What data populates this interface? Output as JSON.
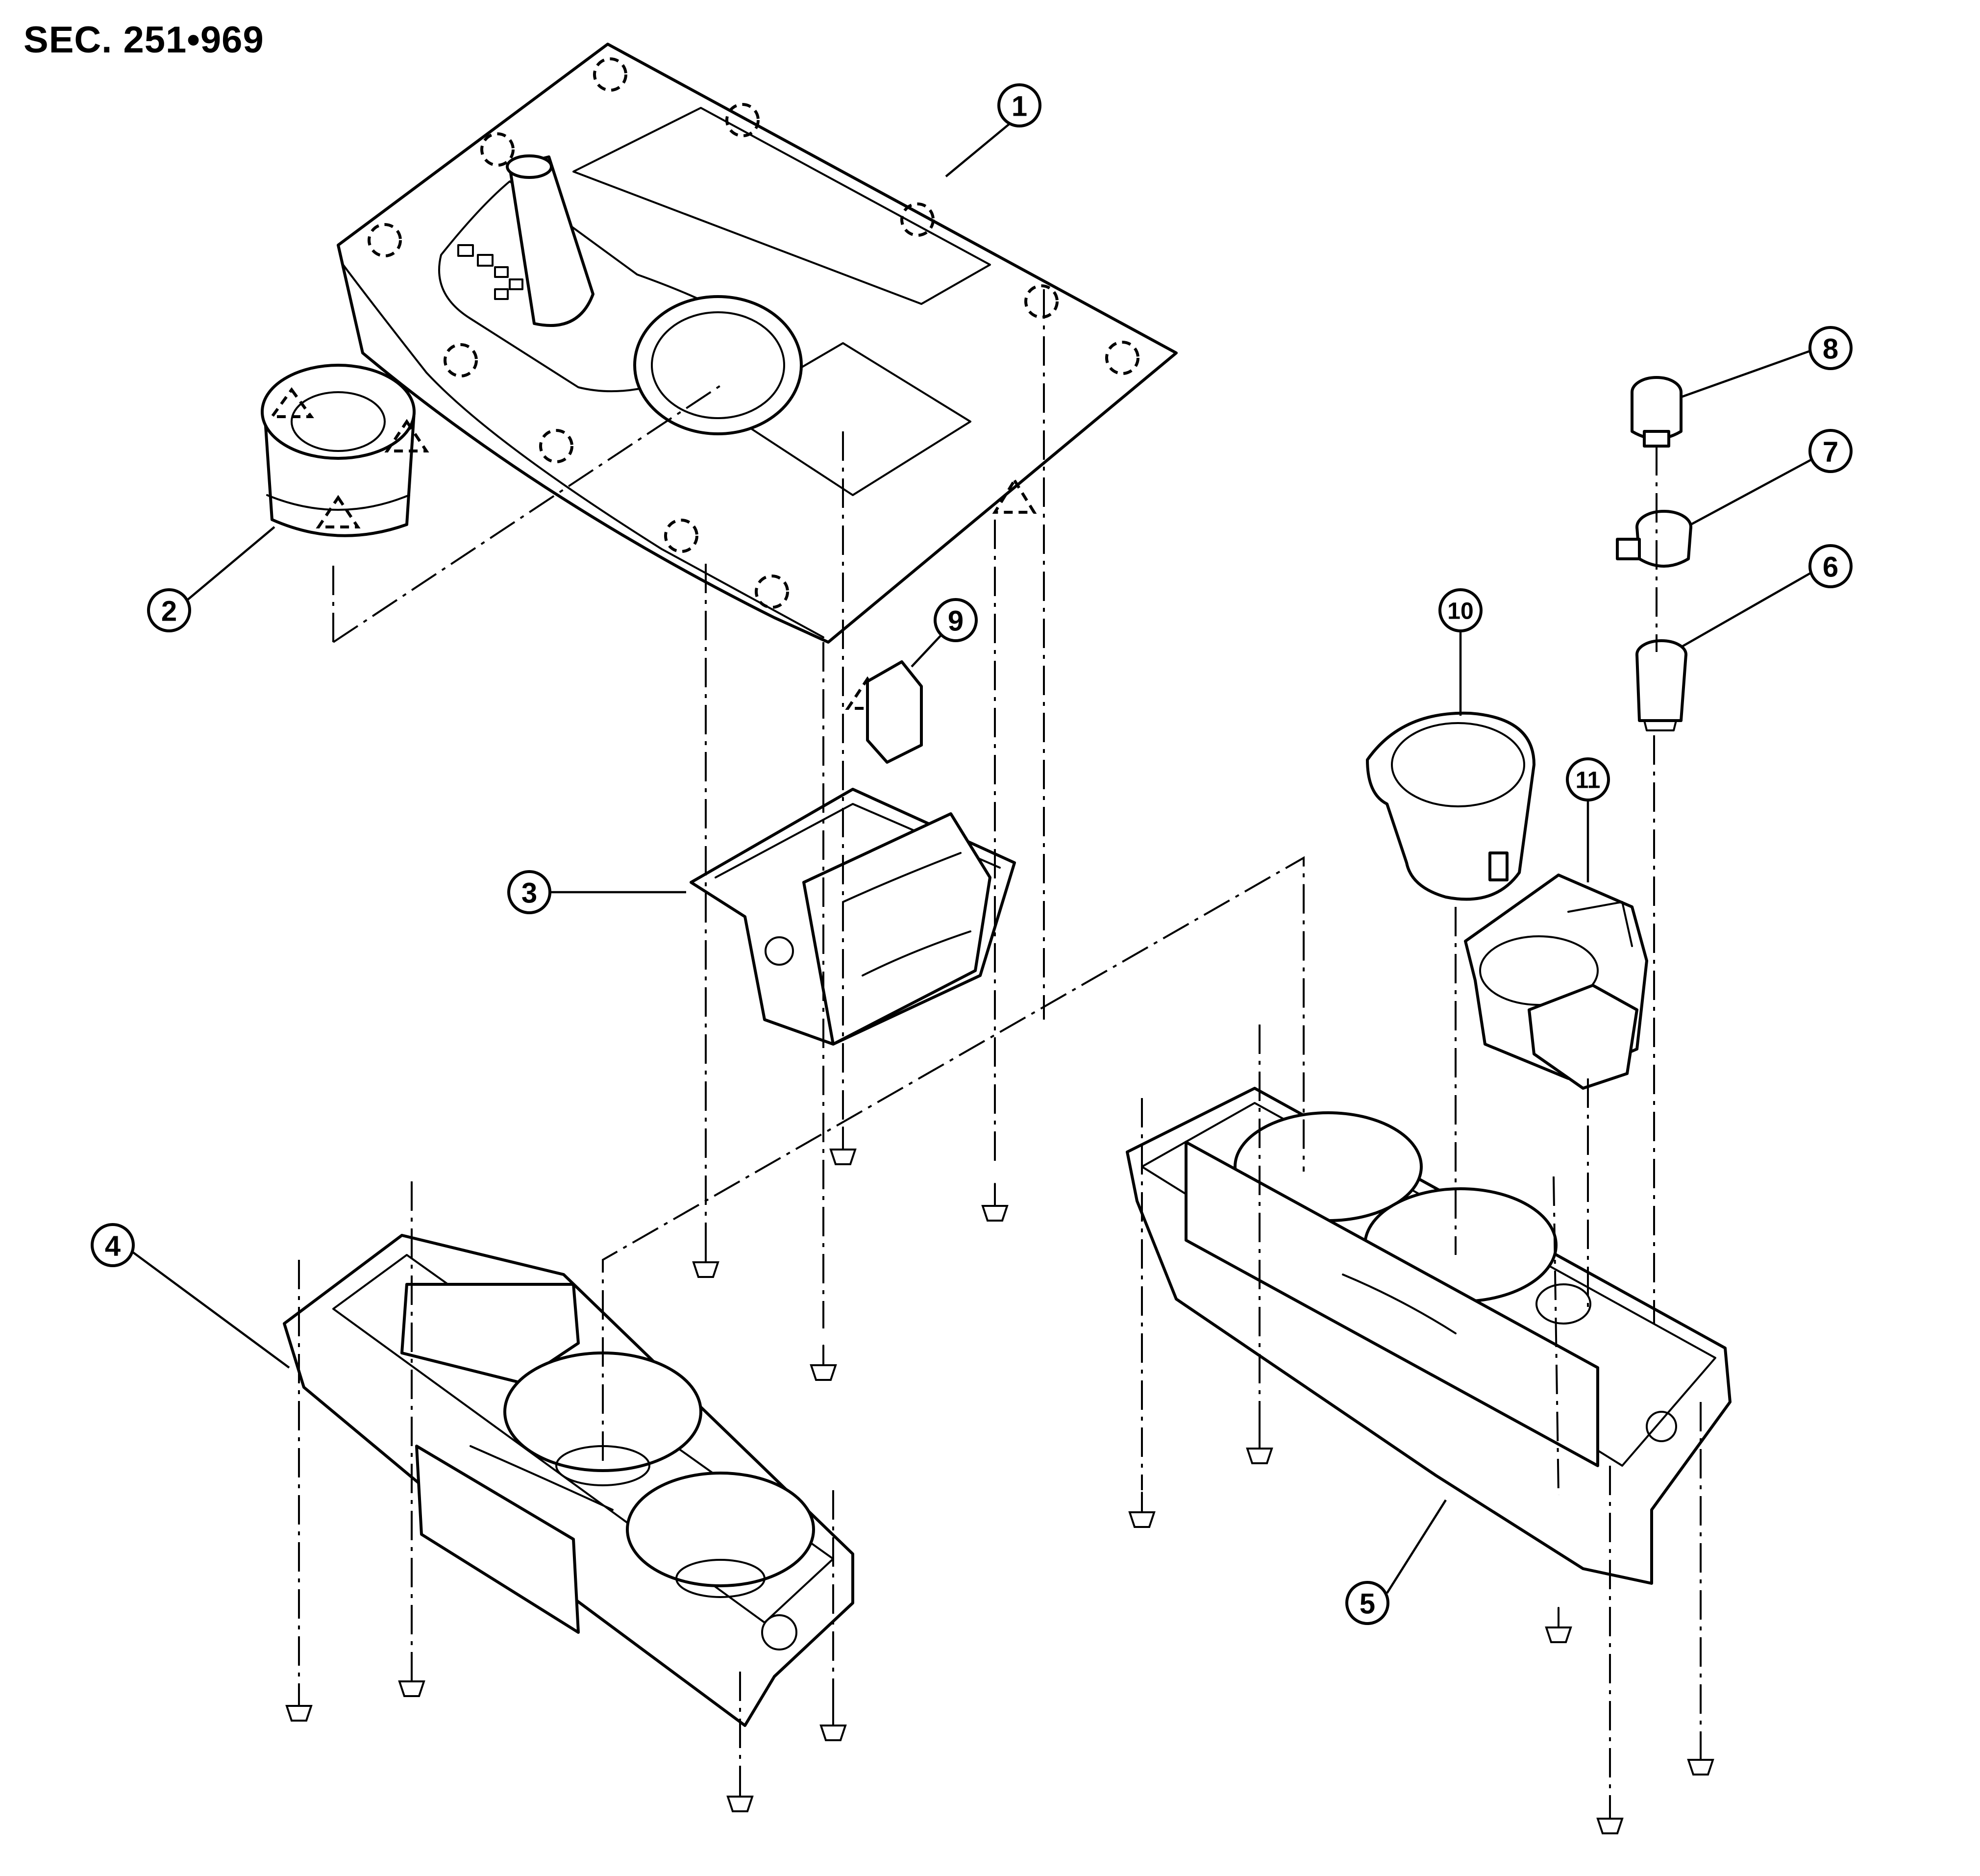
{
  "header": {
    "section_code": "SEC. 251•969"
  },
  "callouts": [
    {
      "number": "1"
    },
    {
      "number": "2"
    },
    {
      "number": "3"
    },
    {
      "number": "4"
    },
    {
      "number": "5"
    },
    {
      "number": "6"
    },
    {
      "number": "7"
    },
    {
      "number": "8"
    },
    {
      "number": "9"
    },
    {
      "number": "10"
    },
    {
      "number": "11"
    }
  ],
  "icons": {
    "clip_symbol": "dashed-circle-clip-icon",
    "pawl_symbol": "dashed-triangle-pawl-icon",
    "screw_symbol": "screw-icon"
  }
}
